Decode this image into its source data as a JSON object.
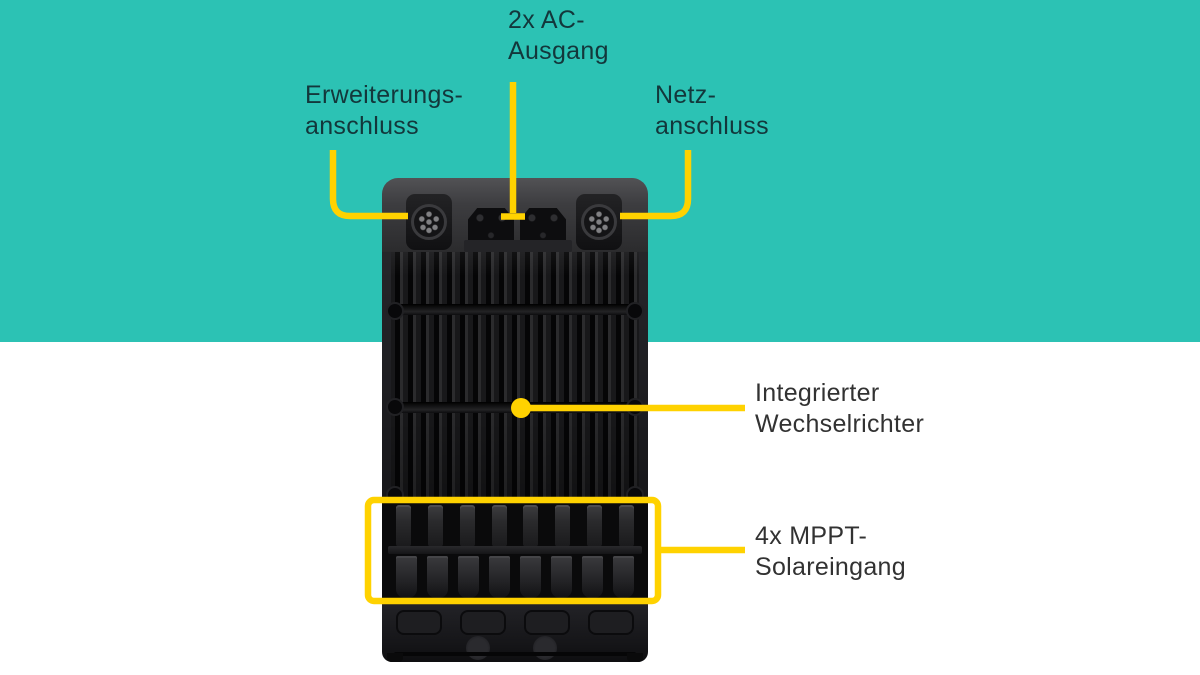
{
  "colors": {
    "background_top": "#2CC2B4",
    "background_bottom": "#FFFFFF",
    "callout": "#FFD200",
    "label_on_teal": "#13373B",
    "label_on_white": "#323232"
  },
  "labels": {
    "expansion_port": {
      "line1": "Erweiterungs-",
      "line2": "anschluss"
    },
    "ac_output": {
      "line1": "2x AC-",
      "line2": "Ausgang"
    },
    "grid_connection": {
      "line1": "Netz-",
      "line2": "anschluss"
    },
    "inverter": {
      "line1": "Integrierter",
      "line2": "Wechselrichter"
    },
    "solar_input": {
      "line1": "4x MPPT-",
      "line2": "Solareingang"
    }
  },
  "device": {
    "solar_connectors_per_row": 8,
    "base_pads": 4
  }
}
